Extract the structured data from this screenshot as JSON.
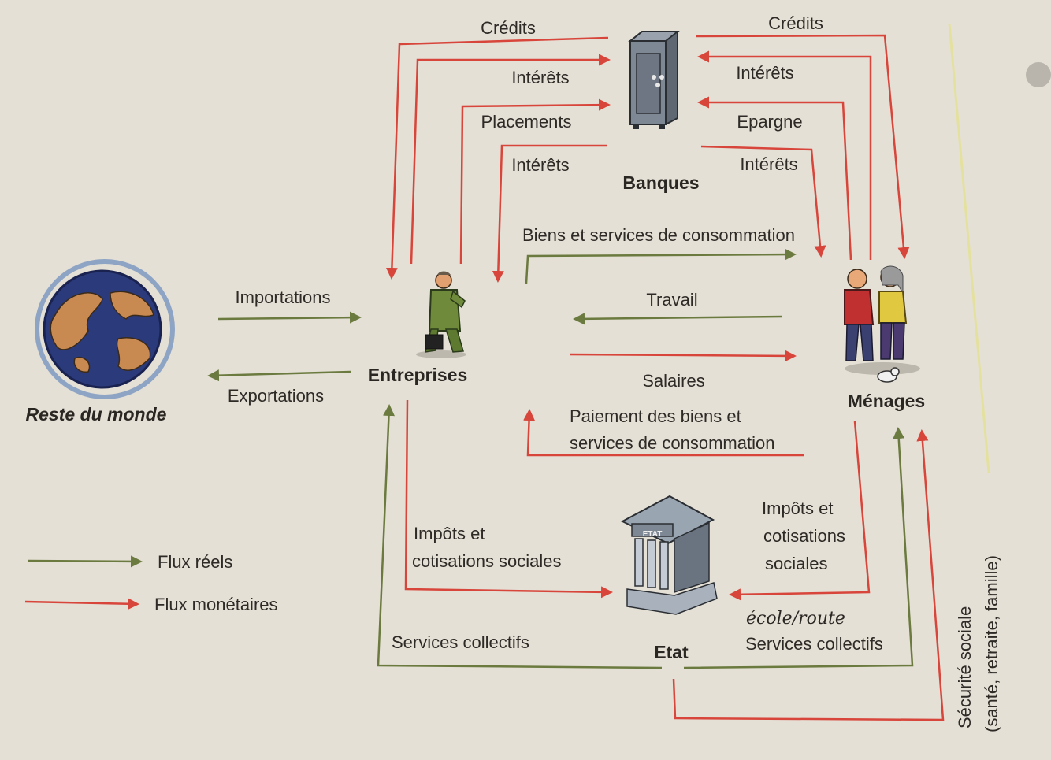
{
  "nodes": {
    "banques": "Banques",
    "entreprises": "Entreprises",
    "menages": "Ménages",
    "etat": "Etat",
    "reste_du_monde": "Reste du monde",
    "etat_sign": "ETAT"
  },
  "flows": {
    "credits_left": "Crédits",
    "interets_top_left": "Intérêts",
    "placements": "Placements",
    "interets_low_left": "Intérêts",
    "credits_right": "Crédits",
    "interets_top_right": "Intérêts",
    "epargne": "Epargne",
    "interets_low_right": "Intérêts",
    "biens_services": "Biens et services de consommation",
    "travail": "Travail",
    "salaires": "Salaires",
    "paiement_line1": "Paiement des biens et",
    "paiement_line2": "services de consommation",
    "importations": "Importations",
    "exportations": "Exportations",
    "impots_left_line1": "Impôts et",
    "impots_left_line2": "cotisations sociales",
    "impots_right_line1": "Impôts et",
    "impots_right_line2": "cotisations",
    "impots_right_line3": "sociales",
    "services_collectifs_left": "Services collectifs",
    "services_collectifs_right": "Services collectifs",
    "handwritten_note": "école/route",
    "securite_line1": "Sécurité sociale",
    "securite_line2": "(santé, retraite, famille)"
  },
  "legend": {
    "real": "Flux réels",
    "monetary": "Flux monétaires"
  },
  "colors": {
    "real_flow": "#6b7a3e",
    "monetary_flow": "#d8453a",
    "paper": "#e4e0d6"
  }
}
